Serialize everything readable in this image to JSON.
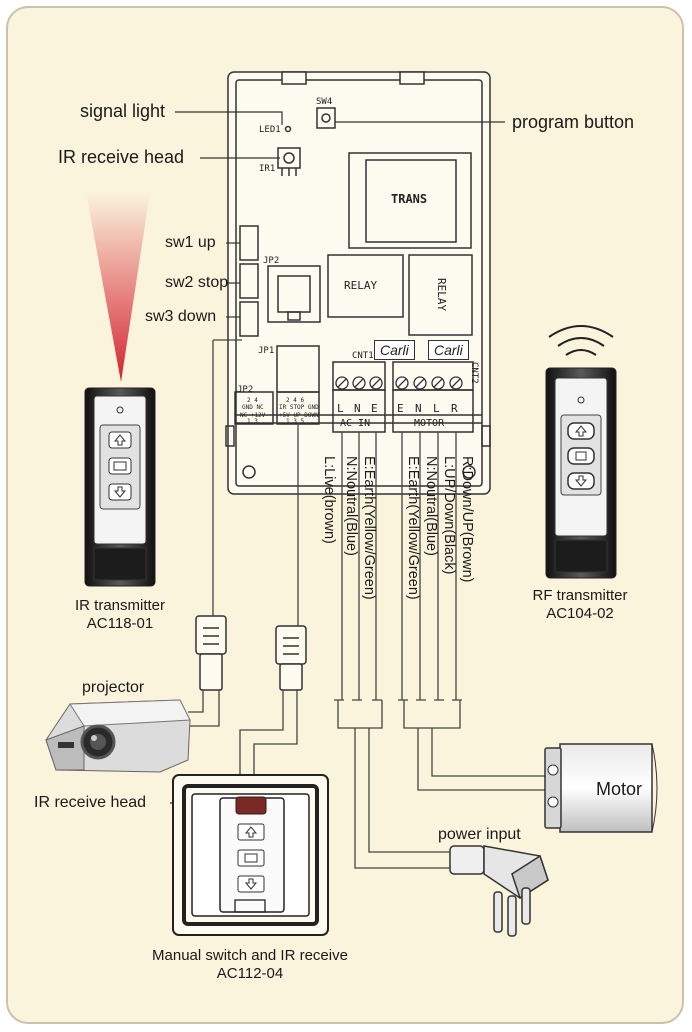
{
  "labels": {
    "signal_light": "signal light",
    "program_button": "program button",
    "ir_receive_head_top": "IR receive head",
    "sw1": "sw1 up",
    "sw2": "sw2 stop",
    "sw3": "sw3 down",
    "projector": "projector",
    "ir_receive_head_bottom": "IR receive head",
    "power_input": "power input",
    "motor": "Motor"
  },
  "board": {
    "led": "LED1",
    "sw4": "SW4",
    "ir1": "IR1",
    "jp2": "JP2",
    "jp1": "JP1",
    "cnt1": "CNT1",
    "cnt2": "CNT2",
    "trans": "TRANS",
    "relay1": "RELAY",
    "relay2": "RELAY",
    "carli1": "Carli",
    "carli2": "Carli",
    "ac_in": "AC IN",
    "motor_block": "MOTOR",
    "terminals_ac": [
      "L",
      "N",
      "E"
    ],
    "terminals_motor": [
      "E",
      "N",
      "L",
      "R"
    ],
    "jp2_pins_top": "2 4",
    "jp2_pins_names": "GND NC",
    "jp2_pins_names2": "NC +12V",
    "jp2_pins_bottom": "1 3",
    "jp1_pins_top": "2 4 6",
    "jp1_pins_names": "IR STOP GND",
    "jp1_pins_names2": "+5V UP DOWN",
    "jp1_pins_bottom": "1 3 5"
  },
  "wires": [
    "L:Live(brown)",
    "N:Noutral(Blue)",
    "E:Earth(Yellow/Green)",
    "E:Earth(Yellow/Green)",
    "N:Noutral(Blue)",
    "L:UP/Down(Black)",
    "R:Down/UP(Brown)"
  ],
  "ir_transmitter": {
    "name": "IR transmitter",
    "model": "AC118-01"
  },
  "rf_transmitter": {
    "name": "RF transmitter",
    "model": "AC104-02"
  },
  "manual_switch": {
    "name": "Manual switch and IR receive",
    "model": "AC112-04"
  },
  "icons": [
    "up-arrow-icon",
    "stop-icon",
    "down-arrow-icon",
    "wave-icon",
    "projector-icon",
    "plug-icon",
    "motor-icon"
  ],
  "colors": {
    "background": "#fbf4dd",
    "ir_beam": "#d4232f",
    "ir_head": "#7a2a24"
  }
}
